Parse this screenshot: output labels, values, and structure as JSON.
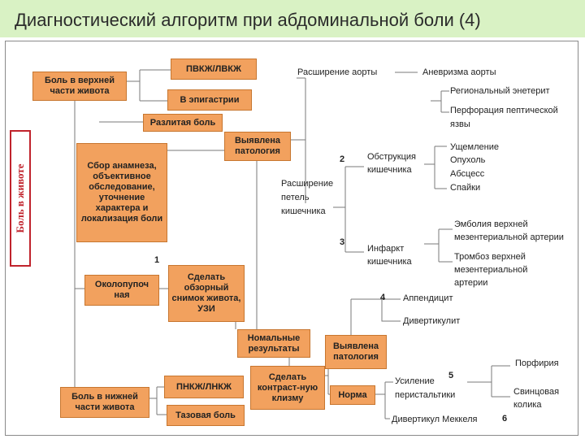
{
  "title": "Диагностический алгоритм при абдоминальной боли (4)",
  "side_label": "Боль в животе",
  "boxes": {
    "upper_pain": "Боль в верхней части живота",
    "pvkzh": "ПВКЖ/ЛВКЖ",
    "epigastrium": "В эпигастрии",
    "diffuse": "Разлитая боль",
    "found_pathology_1": "Выявлена патология",
    "anamnesis": "Сбор анамнеза, объективное обследование, уточнение характера и локализация боли",
    "umbilical": "Околопупоч ная",
    "xray": "Сделать обзорный снимок живота, УЗИ",
    "normal": "Номальные результаты",
    "found_pathology_2": "Выявлена патология",
    "enema": "Сделать контраст-ную клизму",
    "norm": "Норма",
    "lower_pain": "Боль в нижней части живота",
    "pnkzh": "ПНКЖ/ЛНКЖ",
    "pelvic": "Тазовая боль"
  },
  "labels": {
    "aorta_dilation": "Расширение аорты",
    "aortic_aneurysm": "Аневризма аорты",
    "regional_enteritis": "Региональный энетерит",
    "perforation": "Перфорация пептической язвы",
    "loops_dilation": "Расширение петель кишечника",
    "obstruction": "Обструкция кишечника",
    "strangulation": "Ущемление",
    "tumor": "Опухоль",
    "abscess": "Абсцесс",
    "adhesions": "Спайки",
    "infarction": "Инфаркт кишечника",
    "embolism": "Эмболия верхней мезентериальной артерии",
    "thrombosis": "Тромбоз верхней мезентериальной артерии",
    "appendicitis": "Аппендицит",
    "diverticulitis": "Дивертикулит",
    "peristalsis": "Усиление перистальтики",
    "porphyria": "Порфирия",
    "lead_colic": "Свинцовая колика",
    "meckel": "Дивертикул Меккеля"
  },
  "numbers": {
    "n1": "1",
    "n2": "2",
    "n3": "3",
    "n4": "4",
    "n5": "5",
    "n6": "6"
  }
}
